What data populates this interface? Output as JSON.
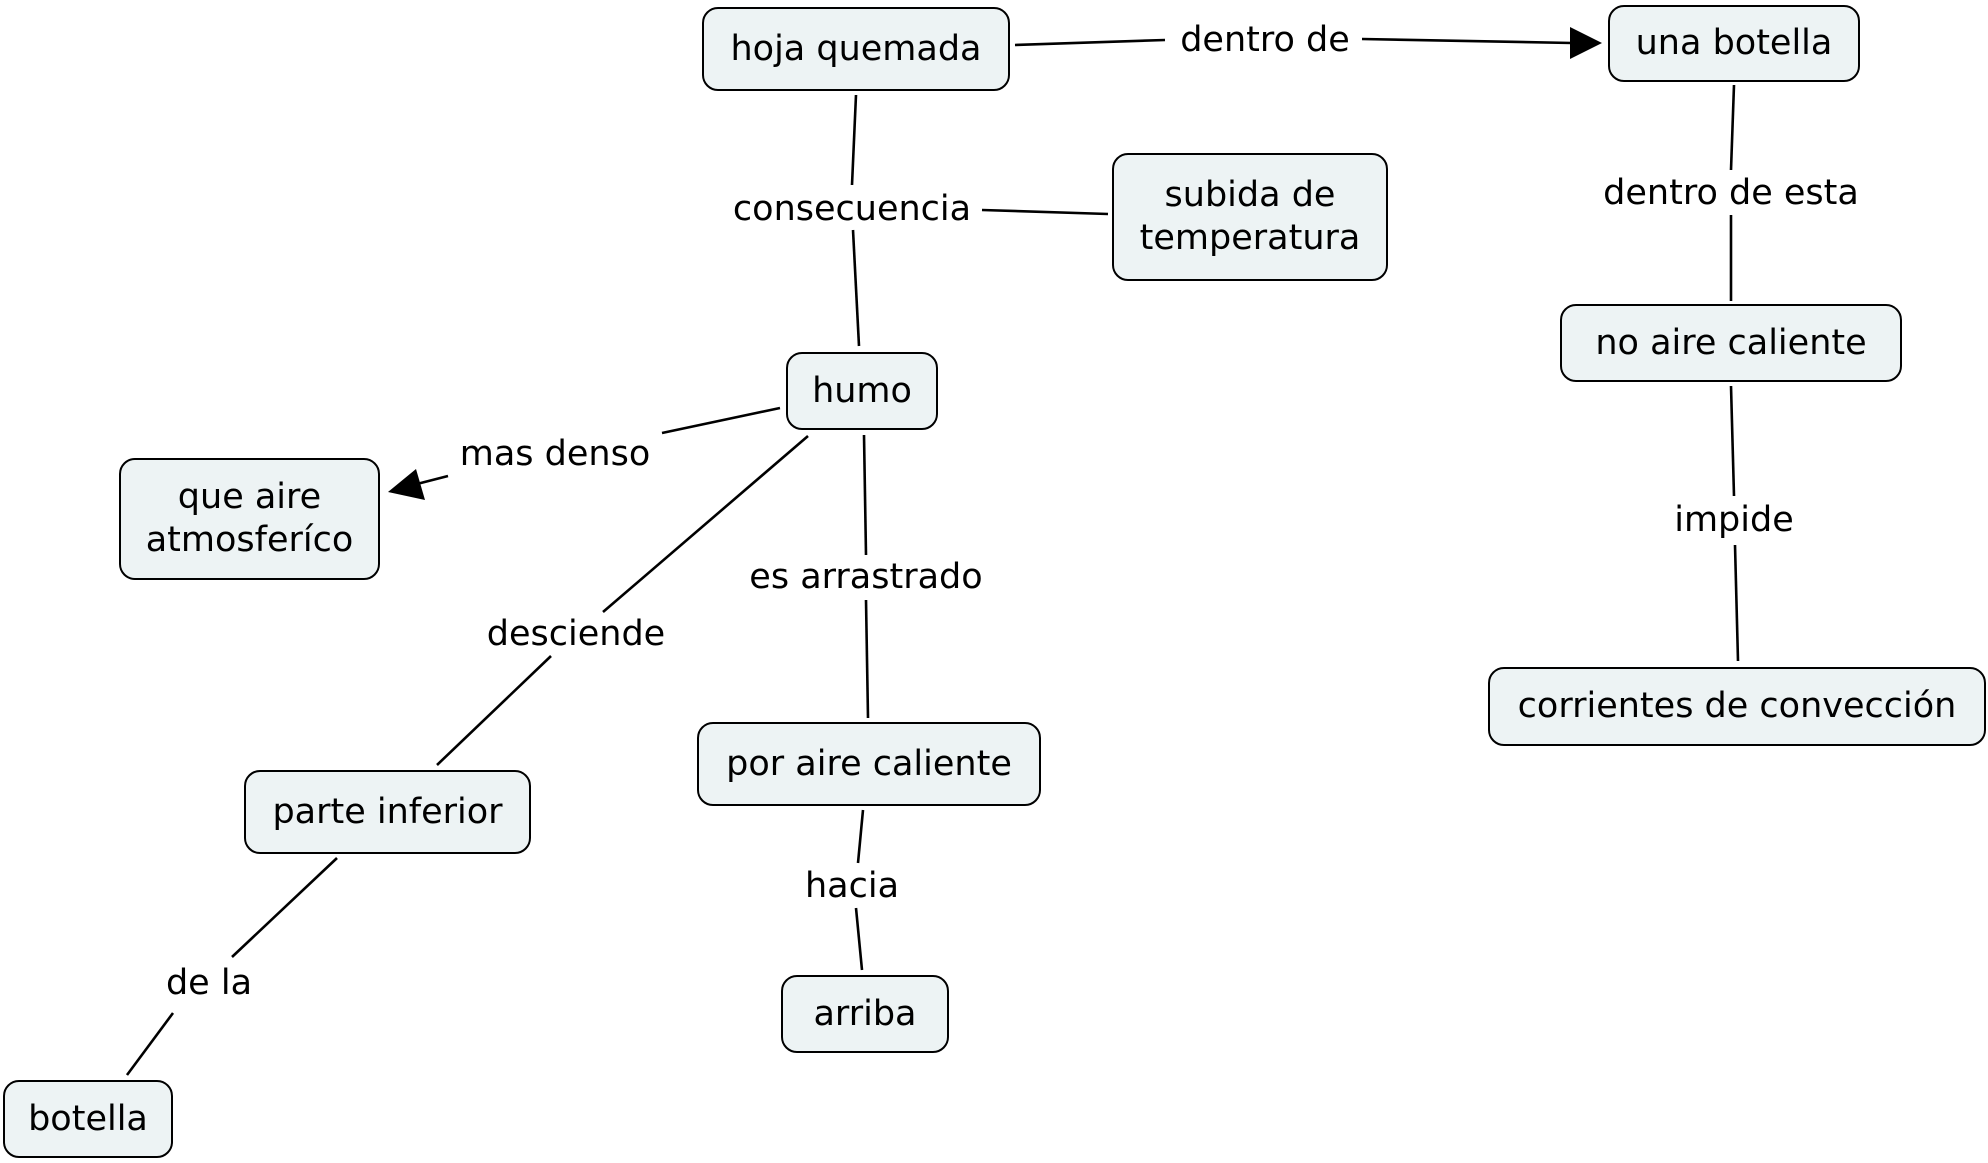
{
  "colors": {
    "node_fill": "#edf3f4",
    "node_border": "#000000",
    "line": "#000000",
    "background": "#ffffff"
  },
  "concepts": {
    "hoja_quemada": "hoja quemada",
    "una_botella": "una botella",
    "subida_de_temperatura": "subida de\ntemperatura",
    "humo": "humo",
    "no_aire_caliente": "no  aire caliente",
    "que_aire_atmosferico": "que aire\natmosferíco",
    "corrientes_de_conveccion": "corrientes de convección",
    "por_aire_caliente": "por aire caliente",
    "parte_inferior": "parte inferior",
    "arriba": "arriba",
    "botella": "botella"
  },
  "links": {
    "dentro_de": "dentro de",
    "consecuencia": "consecuencia",
    "dentro_de_esta": "dentro de esta",
    "mas_denso": "mas denso",
    "impide": "impide",
    "es_arrastrado": "es arrastrado",
    "desciende": "desciende",
    "hacia": "hacia",
    "de_la": "de la"
  }
}
